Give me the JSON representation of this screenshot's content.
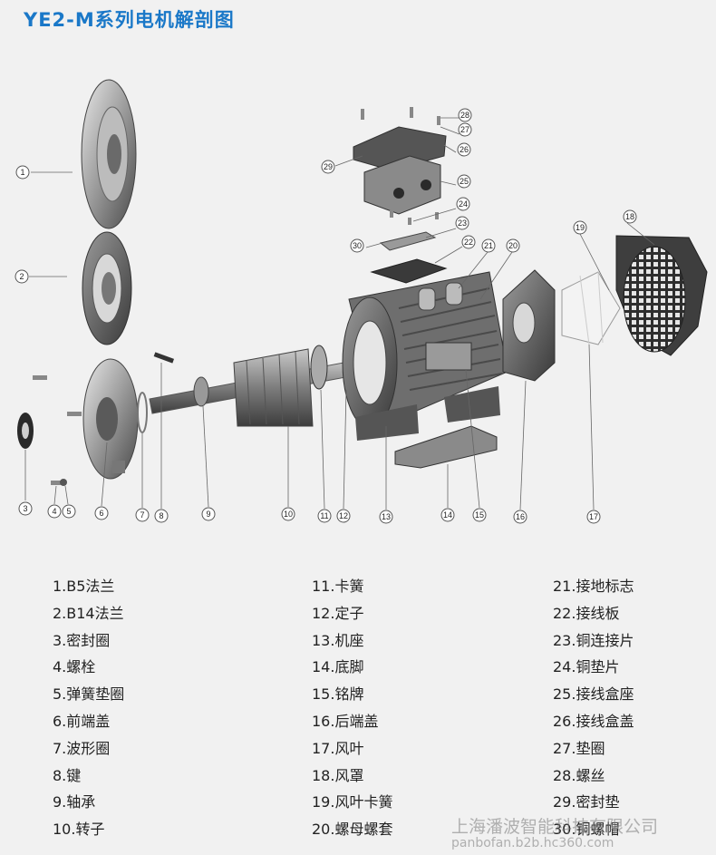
{
  "title": "YE2-M系列电机解剖图",
  "callouts": [
    "1",
    "2",
    "3",
    "4",
    "5",
    "6",
    "7",
    "8",
    "9",
    "10",
    "11",
    "12",
    "13",
    "14",
    "15",
    "16",
    "17",
    "18",
    "19",
    "20",
    "21",
    "22",
    "23",
    "24",
    "25",
    "26",
    "27",
    "28",
    "29",
    "30"
  ],
  "parts": [
    "1.B5法兰",
    "2.B14法兰",
    "3.密封圈",
    "4.螺栓",
    "5.弹簧垫圈",
    "6.前端盖",
    "7.波形圈",
    "8.键",
    "9.轴承",
    "10.转子",
    "11.卡簧",
    "12.定子",
    "13.机座",
    "14.底脚",
    "15.铭牌",
    "16.后端盖",
    "17.风叶",
    "18.风罩",
    "19.风叶卡簧",
    "20.螺母螺套",
    "21.接地标志",
    "22.接线板",
    "23.铜连接片",
    "24.铜垫片",
    "25.接线盒座",
    "26.接线盒盖",
    "27.垫圈",
    "28.螺丝",
    "29.密封垫",
    "30.铜螺帽"
  ],
  "watermark": {
    "company": "上海潘波智能科技有限公司",
    "url": "panbofan.b2b.hc360.com"
  }
}
